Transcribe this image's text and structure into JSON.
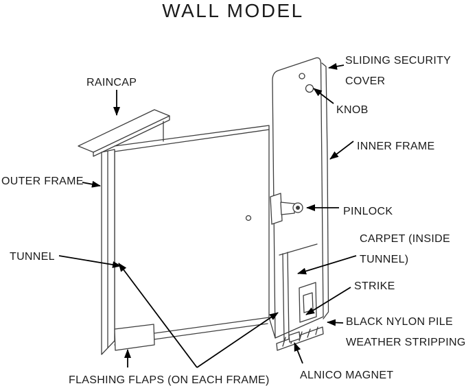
{
  "title": "WALL MODEL",
  "colors": {
    "ink": "#1a1a1a",
    "line": "#3d3d3d",
    "arrow": "#000000",
    "background": "#ffffff"
  },
  "labels": {
    "raincap": "RAINCAP",
    "sliding_security_cover": "SLIDING SECURITY\nCOVER",
    "knob": "KNOB",
    "inner_frame": "INNER FRAME",
    "outer_frame": "OUTER FRAME",
    "pinlock": "PINLOCK",
    "tunnel": "TUNNEL",
    "carpet_inside_tunnel": "CARPET (INSIDE\nTUNNEL)",
    "strike": "STRIKE",
    "black_nylon_pile_weather_stripping": "BLACK NYLON PILE\nWEATHER STRIPPING",
    "alnico_magnet": "ALNICO MAGNET",
    "flashing_flaps": "FLASHING FLAPS (ON EACH FRAME)"
  }
}
